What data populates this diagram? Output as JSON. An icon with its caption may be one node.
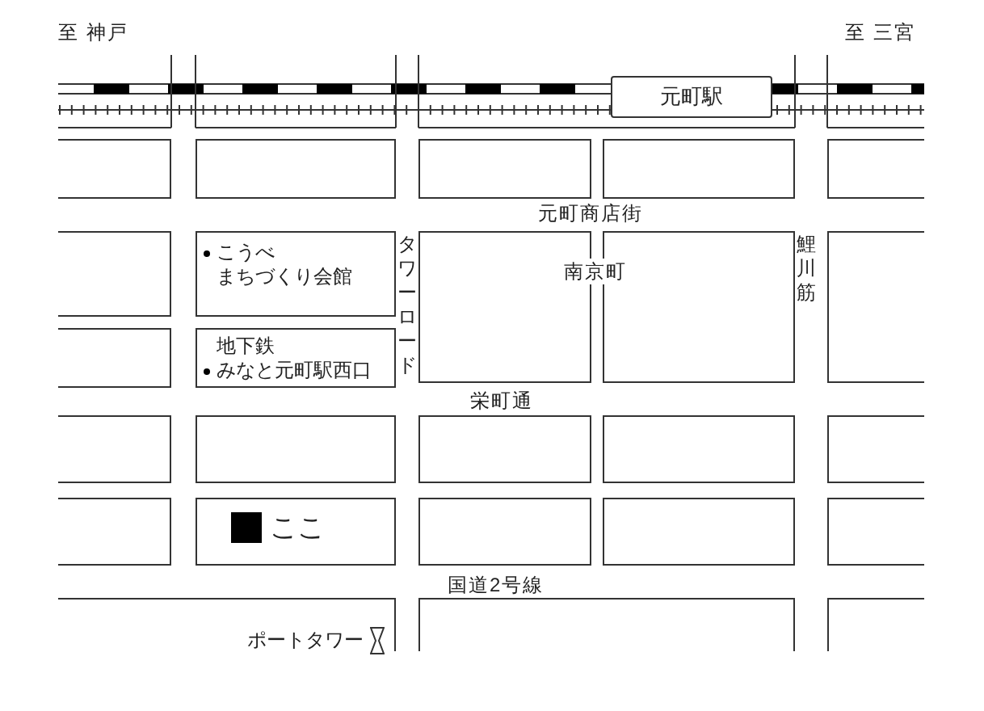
{
  "diagram": {
    "nodes": [
      {
        "text": [
          "元町駅"
        ]
      },
      {
        "text": [],
        "shape": "box"
      },
      {
        "text": [],
        "shape": "box"
      },
      {
        "text": [],
        "shape": "box"
      },
      {
        "text": [],
        "shape": "box"
      },
      {
        "text": [],
        "shape": "box"
      },
      {
        "text": [],
        "shape": "box"
      },
      {
        "text": [
          "こうべ",
          "まちづくり会館"
        ]
      },
      {
        "text": [],
        "shape": "box"
      },
      {
        "text": [],
        "shape": "box"
      },
      {
        "text": [],
        "shape": "box"
      },
      {
        "text": [],
        "shape": "box"
      },
      {
        "text": [
          "地下鉄",
          "みなと元町駅西口"
        ]
      },
      {
        "text": [],
        "shape": "box"
      },
      {
        "text": [],
        "shape": "box"
      },
      {
        "text": [],
        "shape": "box"
      },
      {
        "text": [],
        "shape": "box"
      },
      {
        "text": [],
        "shape": "box"
      },
      {
        "text": [],
        "shape": "box"
      },
      {
        "text": [
          "ここ"
        ]
      },
      {
        "text": [],
        "shape": "box"
      },
      {
        "text": [],
        "shape": "box"
      },
      {
        "text": [],
        "shape": "box"
      },
      {
        "text": [
          "ポートタワー"
        ]
      },
      {
        "text": [],
        "shape": "box"
      },
      {
        "text": [],
        "shape": "box"
      }
    ],
    "labels": [
      "至 神戸",
      "至 三宮",
      "元町商店街",
      "タワーロード",
      "南京町",
      "鯉川筋",
      "栄町通",
      "国道2号線"
    ]
  }
}
